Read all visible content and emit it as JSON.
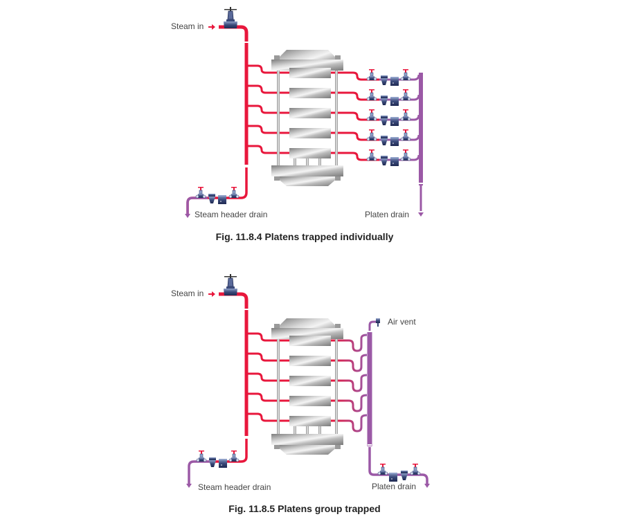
{
  "colors": {
    "steam": "#e8173c",
    "condensate": "#9b59a6",
    "steel_light": "#e6e6e6",
    "steel_dark": "#8a8a8a",
    "valve_blue": "#3b4a7a",
    "handwheel_red": "#e8173c",
    "text": "#444444",
    "caption": "#222222"
  },
  "figures": [
    {
      "id": "fig-11-8-4",
      "caption": "Fig. 11.8.4 Platens trapped individually",
      "labels": {
        "steam_in": "Steam in",
        "steam_header_drain": "Steam header drain",
        "platen_drain": "Platen drain"
      },
      "platen_count": 5,
      "trap_arrangement": "individual",
      "components": [
        "stop-valve",
        "steam-header",
        "press",
        "platens",
        "strainer",
        "steam-trap",
        "isolation-valves",
        "condensate-header"
      ]
    },
    {
      "id": "fig-11-8-5",
      "caption": "Fig. 11.8.5 Platens group trapped",
      "labels": {
        "steam_in": "Steam in",
        "air_vent": "Air vent",
        "steam_header_drain": "Steam header drain",
        "platen_drain": "Platen drain"
      },
      "platen_count": 5,
      "trap_arrangement": "group",
      "components": [
        "stop-valve",
        "steam-header",
        "press",
        "platens",
        "condensate-manifold",
        "air-vent",
        "strainer",
        "steam-trap",
        "isolation-valves"
      ]
    }
  ]
}
